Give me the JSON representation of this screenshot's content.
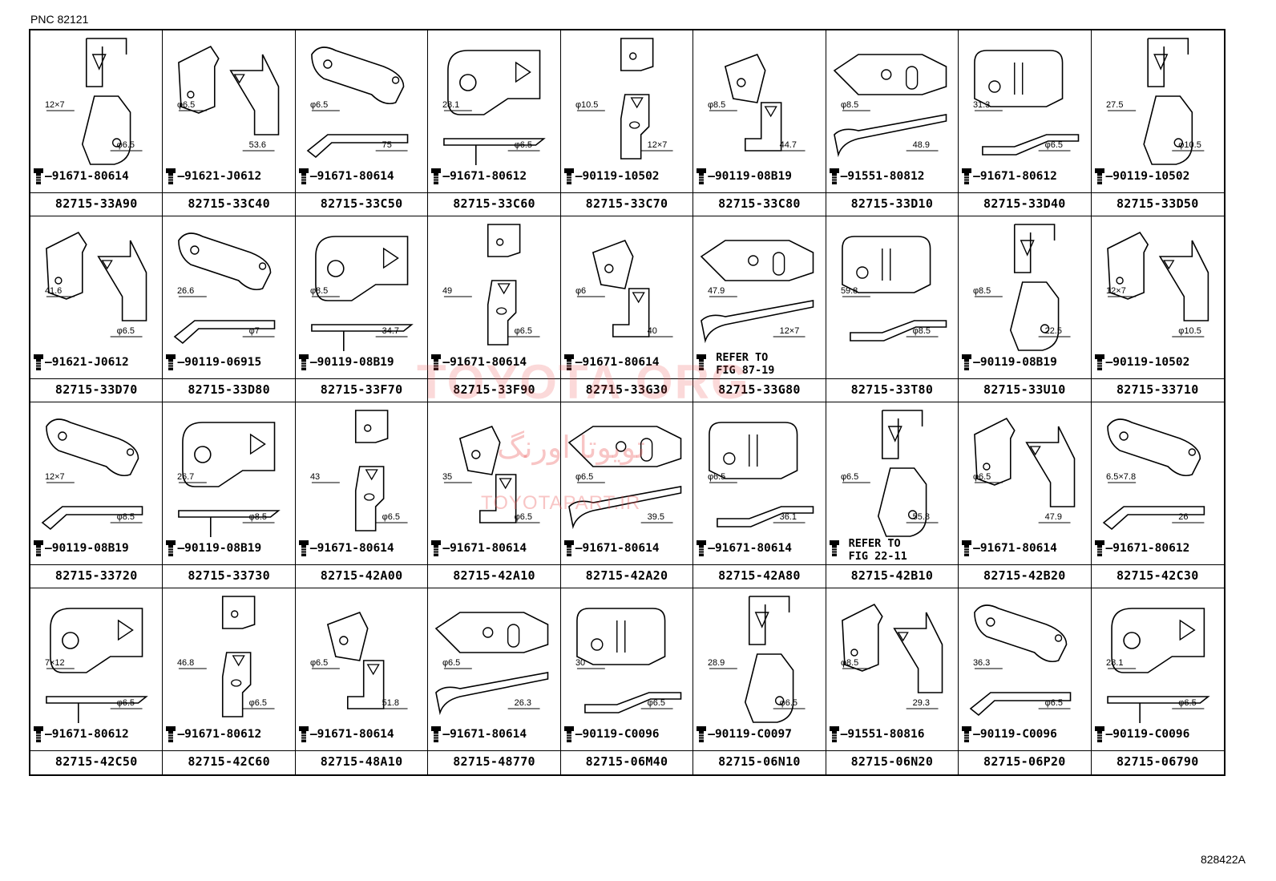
{
  "pnc": "PNC 82121",
  "figure_number": "828422A",
  "watermark": {
    "line1": "TOYOTA ORG",
    "line2": "تویوتا اورنگ",
    "line3": "TOYOTAPART.IR"
  },
  "cells": [
    {
      "bolt": "91671-80614",
      "part": "82715-33A90",
      "dims": [
        "12×7",
        "φ6.5"
      ]
    },
    {
      "bolt": "91621-J0612",
      "part": "82715-33C40",
      "dims": [
        "φ6.5",
        "53.6"
      ]
    },
    {
      "bolt": "91671-80614",
      "part": "82715-33C50",
      "dims": [
        "φ6.5",
        "75"
      ]
    },
    {
      "bolt": "91671-80612",
      "part": "82715-33C60",
      "dims": [
        "28.1",
        "φ6.5"
      ]
    },
    {
      "bolt": "90119-10502",
      "part": "82715-33C70",
      "dims": [
        "φ10.5",
        "12×7"
      ]
    },
    {
      "bolt": "90119-08B19",
      "part": "82715-33C80",
      "dims": [
        "φ8.5",
        "44.7"
      ]
    },
    {
      "bolt": "91551-80812",
      "part": "82715-33D10",
      "dims": [
        "φ8.5",
        "48.9"
      ]
    },
    {
      "bolt": "91671-80612",
      "part": "82715-33D40",
      "dims": [
        "31.3",
        "φ6.5"
      ]
    },
    {
      "bolt": "90119-10502",
      "part": "82715-33D50",
      "dims": [
        "27.5",
        "φ10.5"
      ]
    },
    {
      "bolt": "91621-J0612",
      "part": "82715-33D70",
      "dims": [
        "41.6",
        "φ6.5"
      ]
    },
    {
      "bolt": "90119-06915",
      "part": "82715-33D80",
      "dims": [
        "26.6",
        "φ7"
      ]
    },
    {
      "bolt": "90119-08B19",
      "part": "82715-33F70",
      "dims": [
        "φ8.5",
        "34.7"
      ]
    },
    {
      "bolt": "91671-80614",
      "part": "82715-33F90",
      "dims": [
        "49",
        "φ6.5"
      ]
    },
    {
      "bolt": "91671-80614",
      "part": "82715-33G30",
      "dims": [
        "φ6",
        "40"
      ]
    },
    {
      "bolt": "",
      "refer_line1": "REFER TO",
      "refer_line2": "FIG 87-19",
      "part": "82715-33G80",
      "dims": [
        "47.9",
        "12×7"
      ]
    },
    {
      "bolt": "",
      "part": "82715-33T80",
      "dims": [
        "59.8",
        "φ8.5"
      ]
    },
    {
      "bolt": "90119-08B19",
      "part": "82715-33U10",
      "dims": [
        "φ8.5",
        "22.5"
      ]
    },
    {
      "bolt": "90119-10502",
      "part": "82715-33710",
      "dims": [
        "12×7",
        "φ10.5"
      ]
    },
    {
      "bolt": "90119-08B19",
      "part": "82715-33720",
      "dims": [
        "12×7",
        "φ8.5"
      ]
    },
    {
      "bolt": "90119-08B19",
      "part": "82715-33730",
      "dims": [
        "26.7",
        "φ8.5"
      ]
    },
    {
      "bolt": "91671-80614",
      "part": "82715-42A00",
      "dims": [
        "43",
        "φ6.5"
      ]
    },
    {
      "bolt": "91671-80614",
      "part": "82715-42A10",
      "dims": [
        "35",
        "φ6.5"
      ]
    },
    {
      "bolt": "91671-80614",
      "part": "82715-42A20",
      "dims": [
        "φ6.5",
        "39.5"
      ]
    },
    {
      "bolt": "91671-80614",
      "part": "82715-42A80",
      "dims": [
        "φ6.5",
        "36.1"
      ]
    },
    {
      "bolt": "",
      "refer_line1": "REFER TO",
      "refer_line2": "FIG 22-11",
      "part": "82715-42B10",
      "dims": [
        "φ6.5",
        "55.8"
      ]
    },
    {
      "bolt": "91671-80614",
      "part": "82715-42B20",
      "dims": [
        "φ6.5",
        "47.9"
      ]
    },
    {
      "bolt": "91671-80612",
      "part": "82715-42C30",
      "dims": [
        "6.5×7.8",
        "26"
      ]
    },
    {
      "bolt": "91671-80612",
      "part": "82715-42C50",
      "dims": [
        "7×12",
        "φ6.5"
      ]
    },
    {
      "bolt": "91671-80612",
      "part": "82715-42C60",
      "dims": [
        "46.8",
        "φ6.5"
      ]
    },
    {
      "bolt": "91671-80614",
      "part": "82715-48A10",
      "dims": [
        "φ6.5",
        "51.8"
      ]
    },
    {
      "bolt": "91671-80614",
      "part": "82715-48770",
      "dims": [
        "φ6.5",
        "26.3"
      ]
    },
    {
      "bolt": "90119-C0096",
      "part": "82715-06M40",
      "dims": [
        "30",
        "φ6.5"
      ]
    },
    {
      "bolt": "90119-C0097",
      "part": "82715-06N10",
      "dims": [
        "28.9",
        "φ6.5"
      ]
    },
    {
      "bolt": "91551-80816",
      "part": "82715-06N20",
      "dims": [
        "φ8.5",
        "29.3"
      ]
    },
    {
      "bolt": "90119-C0096",
      "part": "82715-06P20",
      "dims": [
        "36.3",
        "φ6.5"
      ]
    },
    {
      "bolt": "90119-C0096",
      "part": "82715-06790",
      "dims": [
        "28.1",
        "φ6.5"
      ]
    }
  ]
}
